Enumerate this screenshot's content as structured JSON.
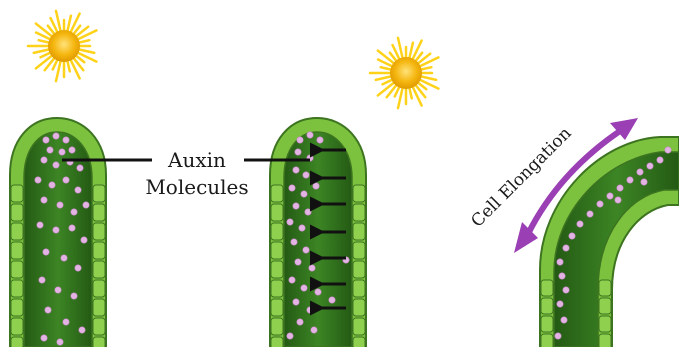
{
  "labels": {
    "auxin_line1": "Auxin",
    "auxin_line2": "Molecules",
    "cell_elongation": "Cell Elongation"
  },
  "colors": {
    "cell_wall": "#5a9a2e",
    "cell_fill": "#7cc23f",
    "cell_dark": "#3d7420",
    "interior": "#2f6a1b",
    "interior_light": "#3f8a24",
    "auxin_dot": "#e3b4e3",
    "sun_core": "#f4b400",
    "sun_rays": "#ffd21a",
    "arrow_purple": "#9b3fb5",
    "arrow_black": "#111111"
  },
  "icons": {
    "sun": "sun-icon",
    "black_arrow": "arrow-left-icon",
    "double_arrow": "double-headed-arrow-icon"
  },
  "panels": [
    {
      "name": "uniform-light-shoot",
      "description_shown": false
    },
    {
      "name": "one-sided-light-shoot",
      "description_shown": false
    },
    {
      "name": "bending-shoot",
      "description_shown": false
    }
  ]
}
